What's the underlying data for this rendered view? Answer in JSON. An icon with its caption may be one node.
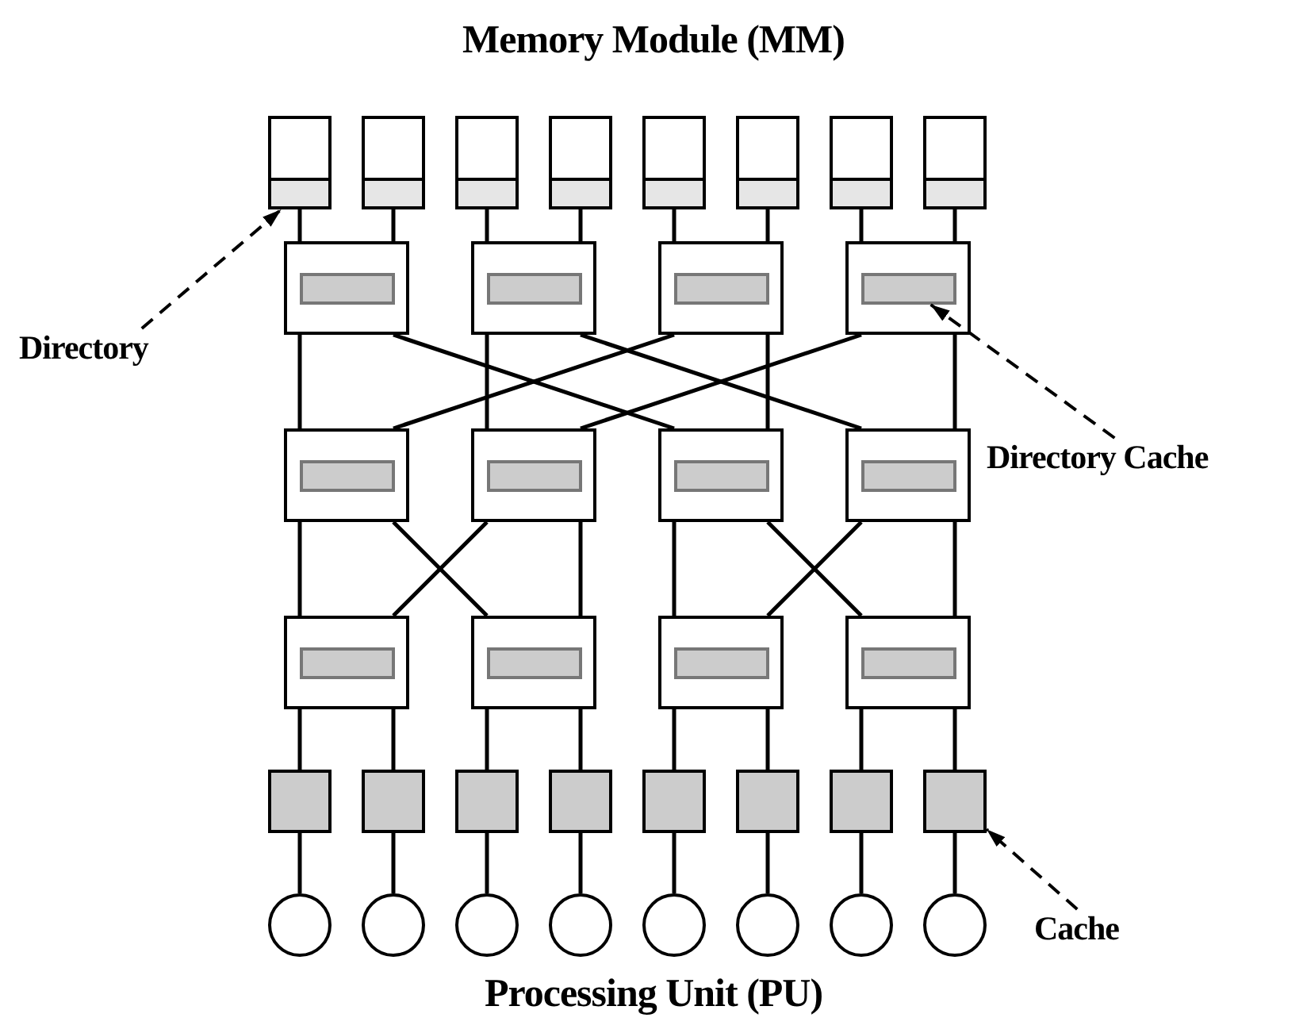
{
  "diagram": {
    "nodes": [
      {
        "text": [],
        "shape": "box"
      },
      {
        "text": [],
        "shape": "box",
        "in": 0
      },
      {
        "text": [],
        "shape": "box"
      },
      {
        "text": [],
        "shape": "box",
        "in": 2
      },
      {
        "text": [],
        "shape": "box"
      },
      {
        "text": [],
        "shape": "box",
        "in": 4
      },
      {
        "text": [],
        "shape": "box"
      },
      {
        "text": [],
        "shape": "box",
        "in": 6
      },
      {
        "text": [],
        "shape": "box"
      },
      {
        "text": [],
        "shape": "box",
        "in": 8
      },
      {
        "text": [],
        "shape": "box"
      },
      {
        "text": [],
        "shape": "box",
        "in": 10
      },
      {
        "text": [],
        "shape": "box"
      },
      {
        "text": [],
        "shape": "box",
        "in": 12
      },
      {
        "text": [],
        "shape": "box"
      },
      {
        "text": [],
        "shape": "box",
        "in": 14
      },
      {
        "text": [],
        "shape": "box"
      },
      {
        "text": [],
        "shape": "bar",
        "in": 16
      },
      {
        "text": [],
        "shape": "box"
      },
      {
        "text": [],
        "shape": "bar",
        "in": 18
      },
      {
        "text": [],
        "shape": "box"
      },
      {
        "text": [],
        "shape": "bar",
        "in": 20
      },
      {
        "text": [],
        "shape": "box"
      },
      {
        "text": [],
        "shape": "bar",
        "in": 22
      },
      {
        "text": [],
        "shape": "box"
      },
      {
        "text": [],
        "shape": "bar",
        "in": 24
      },
      {
        "text": [],
        "shape": "box"
      },
      {
        "text": [],
        "shape": "bar",
        "in": 26
      },
      {
        "text": [],
        "shape": "box"
      },
      {
        "text": [],
        "shape": "bar",
        "in": 28
      },
      {
        "text": [],
        "shape": "box"
      },
      {
        "text": [],
        "shape": "bar",
        "in": 30
      },
      {
        "text": [],
        "shape": "box"
      },
      {
        "text": [],
        "shape": "bar",
        "in": 32
      },
      {
        "text": [],
        "shape": "box"
      },
      {
        "text": [],
        "shape": "bar",
        "in": 34
      },
      {
        "text": [],
        "shape": "box"
      },
      {
        "text": [],
        "shape": "bar",
        "in": 36
      },
      {
        "text": [],
        "shape": "box"
      },
      {
        "text": [],
        "shape": "bar",
        "in": 38
      },
      {
        "text": [],
        "shape": "box"
      },
      {
        "text": [],
        "shape": "box"
      },
      {
        "text": [],
        "shape": "box"
      },
      {
        "text": [],
        "shape": "box"
      },
      {
        "text": [],
        "shape": "box"
      },
      {
        "text": [],
        "shape": "box"
      },
      {
        "text": [],
        "shape": "box"
      },
      {
        "text": [],
        "shape": "box"
      },
      {
        "text": [],
        "shape": "circle"
      },
      {
        "text": [],
        "shape": "circle"
      },
      {
        "text": [],
        "shape": "circle"
      },
      {
        "text": [],
        "shape": "circle"
      },
      {
        "text": [],
        "shape": "circle"
      },
      {
        "text": [],
        "shape": "circle"
      },
      {
        "text": [],
        "shape": "circle"
      },
      {
        "text": [],
        "shape": "circle"
      },
      {
        "text": [
          "Directory"
        ]
      },
      {
        "text": [
          "Directory Cache"
        ]
      },
      {
        "text": [
          "Cache"
        ]
      }
    ],
    "edges": [
      {
        "from": 0,
        "to": 16,
        "arrow": "none"
      },
      {
        "from": 2,
        "to": 16,
        "arrow": "none"
      },
      {
        "from": 4,
        "to": 18,
        "arrow": "none"
      },
      {
        "from": 6,
        "to": 18,
        "arrow": "none"
      },
      {
        "from": 8,
        "to": 20,
        "arrow": "none"
      },
      {
        "from": 10,
        "to": 20,
        "arrow": "none"
      },
      {
        "from": 12,
        "to": 22,
        "arrow": "none"
      },
      {
        "from": 14,
        "to": 22,
        "arrow": "none"
      },
      {
        "from": 16,
        "to": 24,
        "arrow": "none"
      },
      {
        "from": 16,
        "to": 28,
        "arrow": "none"
      },
      {
        "from": 18,
        "to": 26,
        "arrow": "none"
      },
      {
        "from": 18,
        "to": 30,
        "arrow": "none"
      },
      {
        "from": 20,
        "to": 24,
        "arrow": "none"
      },
      {
        "from": 20,
        "to": 28,
        "arrow": "none"
      },
      {
        "from": 22,
        "to": 26,
        "arrow": "none"
      },
      {
        "from": 22,
        "to": 30,
        "arrow": "none"
      },
      {
        "from": 24,
        "to": 32,
        "arrow": "none"
      },
      {
        "from": 24,
        "to": 34,
        "arrow": "none"
      },
      {
        "from": 26,
        "to": 32,
        "arrow": "none"
      },
      {
        "from": 26,
        "to": 34,
        "arrow": "none"
      },
      {
        "from": 28,
        "to": 36,
        "arrow": "none"
      },
      {
        "from": 28,
        "to": 38,
        "arrow": "none"
      },
      {
        "from": 30,
        "to": 36,
        "arrow": "none"
      },
      {
        "from": 30,
        "to": 38,
        "arrow": "none"
      },
      {
        "from": 32,
        "to": 40,
        "arrow": "none"
      },
      {
        "from": 32,
        "to": 41,
        "arrow": "none"
      },
      {
        "from": 34,
        "to": 42,
        "arrow": "none"
      },
      {
        "from": 34,
        "to": 43,
        "arrow": "none"
      },
      {
        "from": 36,
        "to": 44,
        "arrow": "none"
      },
      {
        "from": 36,
        "to": 45,
        "arrow": "none"
      },
      {
        "from": 38,
        "to": 46,
        "arrow": "none"
      },
      {
        "from": 38,
        "to": 47,
        "arrow": "none"
      },
      {
        "from": 40,
        "to": 48,
        "arrow": "none"
      },
      {
        "from": 41,
        "to": 49,
        "arrow": "none"
      },
      {
        "from": 42,
        "to": 50,
        "arrow": "none"
      },
      {
        "from": 43,
        "to": 51,
        "arrow": "none"
      },
      {
        "from": 44,
        "to": 52,
        "arrow": "none"
      },
      {
        "from": 45,
        "to": 53,
        "arrow": "none"
      },
      {
        "from": 46,
        "to": 54,
        "arrow": "none"
      },
      {
        "from": 47,
        "to": 55,
        "arrow": "none"
      },
      {
        "from": 56,
        "to": 1,
        "arrow": "to",
        "style": "dashed"
      },
      {
        "from": 57,
        "to": 23,
        "arrow": "to",
        "style": "dashed"
      },
      {
        "from": 58,
        "to": 47,
        "arrow": "to",
        "style": "dashed"
      }
    ],
    "labels": [
      "Memory Module (MM)",
      "Processing Unit (PU)"
    ]
  }
}
